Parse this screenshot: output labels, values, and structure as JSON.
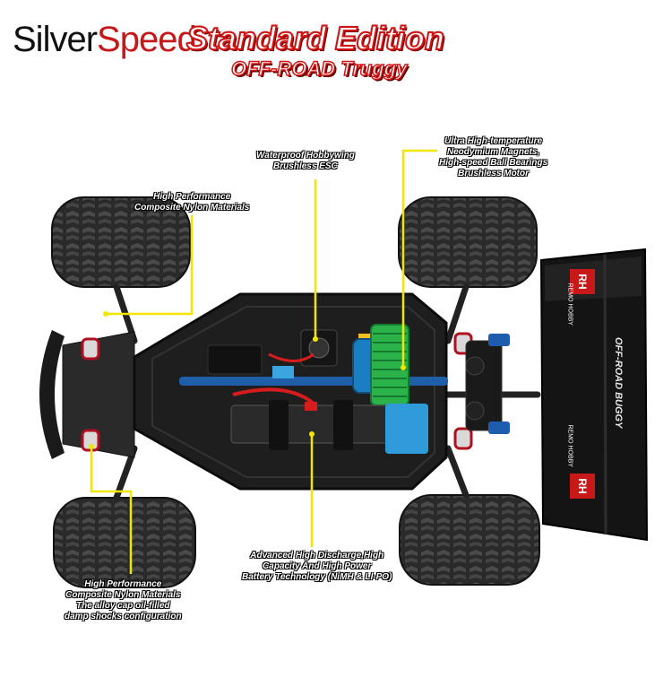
{
  "brand": {
    "part1": "Silver",
    "part2": "Speed"
  },
  "title": {
    "line1": "Standard Edition",
    "line2": "OFF-ROAD Truggy"
  },
  "callouts": {
    "esc": [
      "Waterproof Hobbywing",
      "Brushless ESC"
    ],
    "motor": [
      "Ultra High-temperature",
      "Neodymium Magnets,",
      "High-speed Ball Bearings",
      "Brushless Motor"
    ],
    "nylon_top": [
      "High Performance",
      "Composite Nylon Materials"
    ],
    "battery": [
      "Advanced High Discharge,High",
      "Capacity And High Power",
      "Battery Technology (NiMH & LI-PO)"
    ],
    "nylon_bottom": [
      "High Performance",
      "Composite Nylon Materials",
      "The alloy cap oil-filled",
      "damp shocks configuration"
    ]
  },
  "wing": {
    "brand_text": "REMO HOBBY",
    "badge": "RH",
    "label": "OFF-ROAD BUGGY"
  },
  "colors": {
    "callout_line": "#f2e600",
    "title_red": "#d01414",
    "chassis": "#1e1e1e",
    "motor": "#1a7fc0",
    "heatsink": "#2bb24a"
  }
}
